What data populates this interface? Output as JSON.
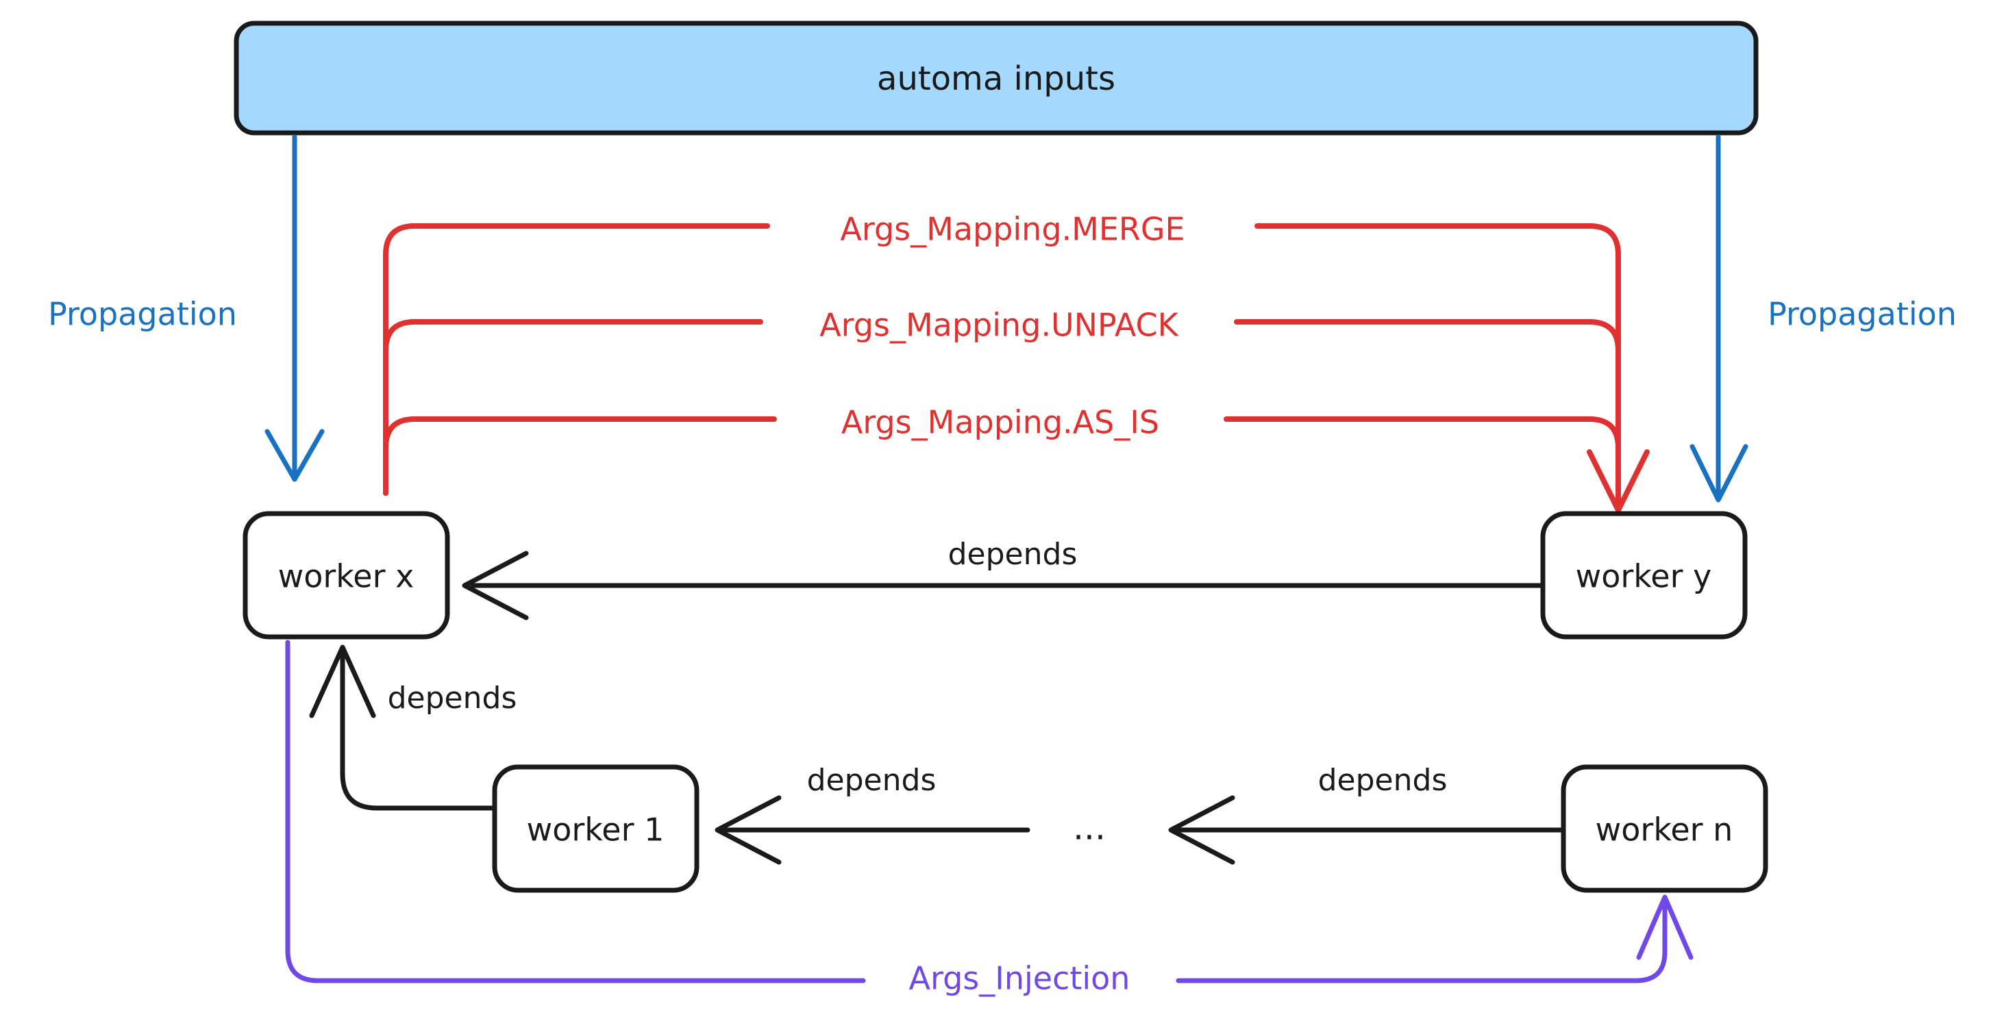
{
  "diagram": {
    "title_node": {
      "label": "automa inputs",
      "fill": "#a5d8ff",
      "stroke": "#1a1a1a"
    },
    "nodes": [
      {
        "id": "worker_x",
        "label": "worker x"
      },
      {
        "id": "worker_y",
        "label": "worker y"
      },
      {
        "id": "worker_1",
        "label": "worker 1"
      },
      {
        "id": "worker_n",
        "label": "worker n"
      }
    ],
    "ellipsis": "...",
    "propagation": {
      "left_label": "Propagation",
      "right_label": "Propagation",
      "color": "#1971c2"
    },
    "args_mapping": {
      "color": "#e03131",
      "labels": [
        "Args_Mapping.MERGE",
        "Args_Mapping.UNPACK",
        "Args_Mapping.AS_IS"
      ]
    },
    "args_injection": {
      "label": "Args_Injection",
      "color": "#7048e8"
    },
    "depends_edges": [
      {
        "id": "y_to_x",
        "label": "depends"
      },
      {
        "id": "w1_to_x",
        "label": "depends"
      },
      {
        "id": "dots_to_w1",
        "label": "depends"
      },
      {
        "id": "wn_to_dots",
        "label": "depends"
      }
    ],
    "colors": {
      "background": "#ffffff",
      "stroke": "#1a1a1a",
      "accent_blue": "#1971c2",
      "accent_red": "#e03131",
      "accent_purple": "#7048e8",
      "header_fill": "#a5d8ff"
    }
  }
}
